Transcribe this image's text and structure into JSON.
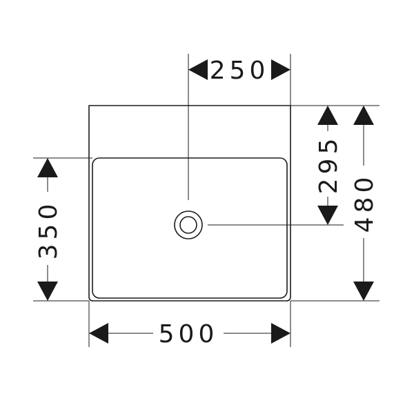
{
  "dimensions": {
    "top_offset": "250",
    "bottom_width": "500",
    "left_height": "350",
    "right_drain": "295",
    "right_depth": "480"
  },
  "colors": {
    "line": "#1a1a1a",
    "background": "#ffffff"
  }
}
